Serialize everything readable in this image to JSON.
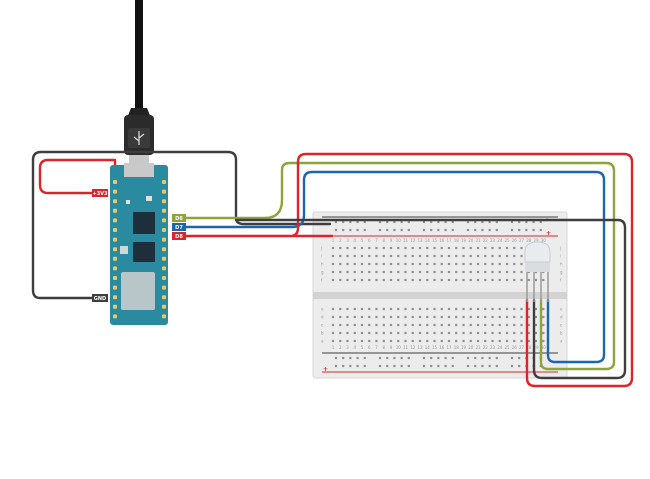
{
  "colors": {
    "red": "#d8262a",
    "green": "#8ea43a",
    "blue": "#1c66b0",
    "gray": "#3e3e3e",
    "board": "#2a8aa0",
    "breadboard": "#ececec"
  },
  "board": {
    "pin_labels": [
      {
        "id": "3v3",
        "text": "+3V3",
        "color": "#d8262a"
      },
      {
        "id": "gnd",
        "text": "GND",
        "color": "#3e3e3e"
      },
      {
        "id": "d6",
        "text": "D6",
        "color": "#8ea43a"
      },
      {
        "id": "d7",
        "text": "D7",
        "color": "#1c66b0"
      },
      {
        "id": "d8",
        "text": "D8",
        "color": "#d8262a"
      }
    ]
  },
  "breadboard": {
    "row_letters_top": [
      "j",
      "i",
      "h",
      "g",
      "f"
    ],
    "row_letters_bottom": [
      "e",
      "d",
      "c",
      "b",
      "a"
    ],
    "column_numbers": [
      "1",
      "2",
      "3",
      "4",
      "5",
      "6",
      "7",
      "8",
      "9",
      "10",
      "11",
      "12",
      "13",
      "14",
      "15",
      "16",
      "17",
      "18",
      "19",
      "20",
      "21",
      "22",
      "23",
      "24",
      "25",
      "26",
      "27",
      "28",
      "29",
      "30"
    ],
    "rail_plus": "+",
    "rail_minus": "-"
  },
  "parts": {
    "usb_icon": "usb-icon",
    "led": "rgb-led"
  }
}
